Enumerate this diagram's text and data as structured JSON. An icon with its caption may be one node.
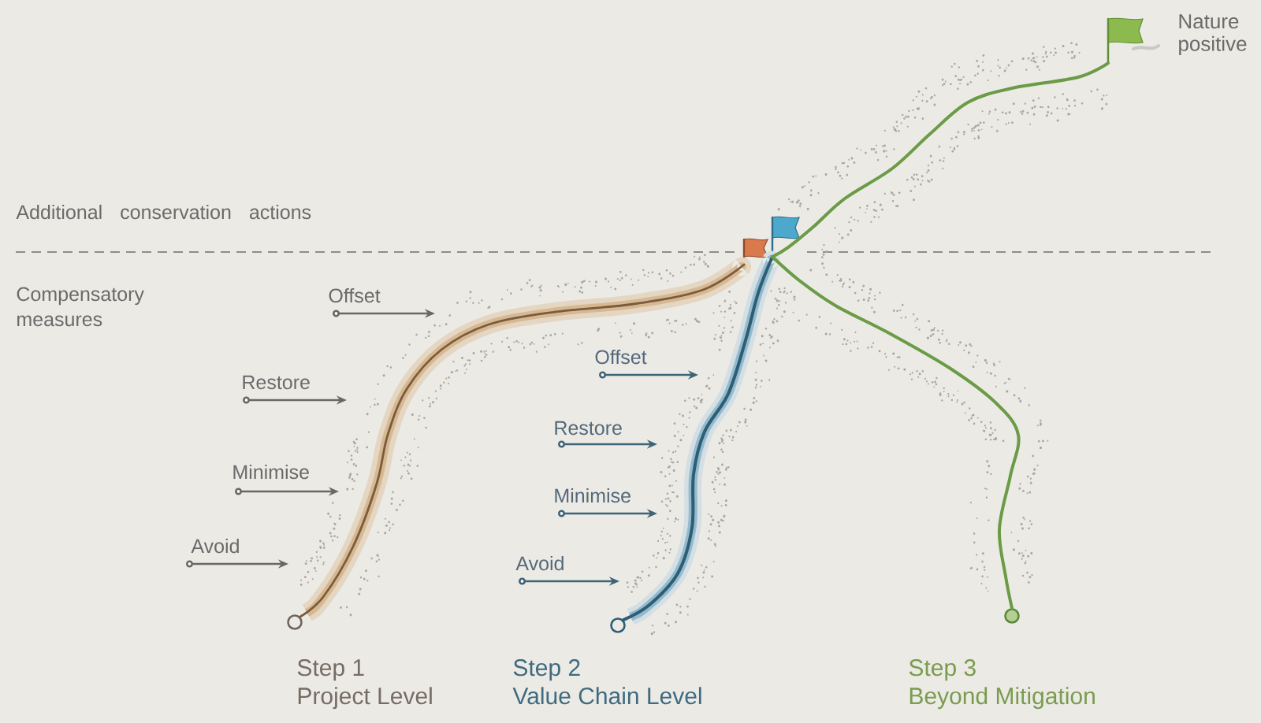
{
  "diagram": {
    "nodes": [
      {
        "text": [],
        "shape": "flag",
        "beside": [
          "Nature positive"
        ]
      },
      {
        "text": [],
        "shape": "flag"
      },
      {
        "text": [],
        "shape": "flag"
      },
      {
        "text": [],
        "shape": "circle",
        "beside": [
          "Step 1",
          "Project Level"
        ]
      },
      {
        "text": [],
        "shape": "circle",
        "beside": [
          "Step 2",
          "Value Chain Level"
        ]
      },
      {
        "text": [],
        "shape": "circle",
        "beside": [
          "Step 3",
          "Beyond Mitigation"
        ]
      }
    ],
    "edges": [
      {
        "from": 3,
        "to": 1,
        "arrow": "none",
        "color": "#7a5b3f"
      },
      {
        "from": 4,
        "to": 2,
        "arrow": "none",
        "color": "#2e5d76"
      },
      {
        "from": 5,
        "to": 2,
        "arrow": "none",
        "color": "#6b9b46"
      },
      {
        "from": 2,
        "to": 0,
        "arrow": "none",
        "color": "#6b9b46"
      }
    ],
    "labels": [
      "Additional conservation actions",
      "Compensatory measures",
      "Offset",
      "Restore",
      "Minimise",
      "Avoid",
      "Offset",
      "Restore",
      "Minimise",
      "Avoid"
    ]
  }
}
